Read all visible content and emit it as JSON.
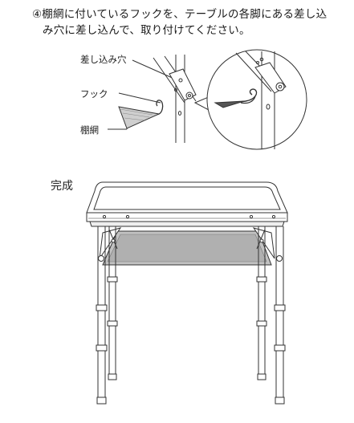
{
  "instruction": {
    "line1": "④棚網に付いているフックを、テーブルの各脚にある差し込",
    "line2": "み穴に差し込んで、取り付けてください。"
  },
  "detail_labels": {
    "slot": "差し込み穴",
    "hook": "フック",
    "shelf_net": "棚網"
  },
  "completed_label": "完成"
}
